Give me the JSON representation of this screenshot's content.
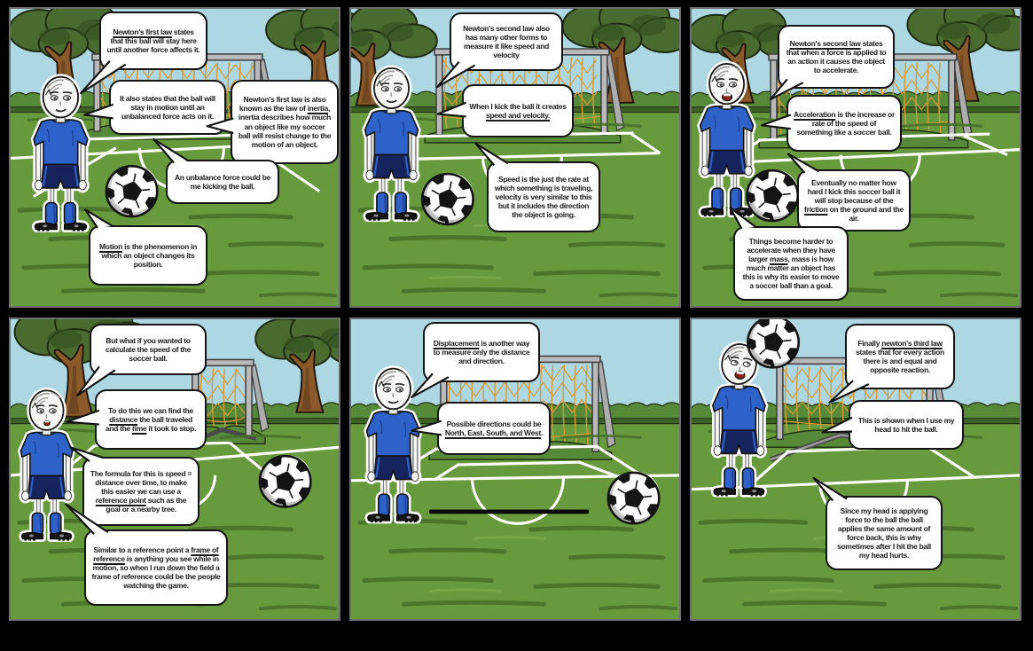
{
  "palette": {
    "background": "#000000",
    "panel_border": "#6f6f6f",
    "sky": "#aed7e4",
    "grass": "#67993d",
    "grass_dark": "#47722a",
    "grass_light": "#7cab4b",
    "bush": "#578a38",
    "bush_dark": "#3c6325",
    "foliage": "#4a6b2f",
    "foliage_dark": "#35511f",
    "trunk": "#8a5a2b",
    "trunk_dark": "#5f3b1a",
    "goal_post": "#b9b9b9",
    "goal_post_dark": "#3a3a3a",
    "net": "#d79a35",
    "field_line": "#ffffff",
    "shirt": "#2f62c9",
    "shirt_dark": "#1d3f96",
    "shorts": "#16245e",
    "skin": "#f5f5f3",
    "ball_shade": "#c4c4c4",
    "ink": "#141414",
    "bubble_bg": "#ffffff",
    "mouth": "#8e2218"
  },
  "panels": [
    {
      "name": "panel-1",
      "bubbles": [
        {
          "segments": [
            {
              "t": "Newton's first law",
              "u": true
            },
            {
              "t": " states that this ball will stay here until another force affects it.",
              "u": false
            }
          ]
        },
        {
          "segments": [
            {
              "t": "It also states that the ball will stay in motion until an unbalanced force acts on it.",
              "u": false
            }
          ]
        },
        {
          "segments": [
            {
              "t": "Newton's first law is also known as the law of ",
              "u": false
            },
            {
              "t": "inertia",
              "u": true
            },
            {
              "t": ", inertia describes how much an object like my soccer ball will resist change to the motion of an object.",
              "u": false
            }
          ]
        },
        {
          "segments": [
            {
              "t": "An unbalance force could be me kicking the ball.",
              "u": false
            }
          ]
        },
        {
          "segments": [
            {
              "t": "Motion",
              "u": true
            },
            {
              "t": " is the phenomenon in which an object changes its position.",
              "u": false
            }
          ]
        }
      ]
    },
    {
      "name": "panel-2",
      "bubbles": [
        {
          "segments": [
            {
              "t": "Newton's second law also has many other forms to measure it like speed and velocity",
              "u": false
            }
          ]
        },
        {
          "segments": [
            {
              "t": "When I kick the ball it creates ",
              "u": false
            },
            {
              "t": "speed and velocity.",
              "u": true
            }
          ]
        },
        {
          "segments": [
            {
              "t": "Speed is the just the rate at which something is traveling, velocity is very similar to this but it includes the direction the object is going.",
              "u": false
            }
          ]
        }
      ]
    },
    {
      "name": "panel-3",
      "bubbles": [
        {
          "segments": [
            {
              "t": "Newton's second law",
              "u": true
            },
            {
              "t": " states that when a force is applied to an action it causes the object to accelerate.",
              "u": false
            }
          ]
        },
        {
          "segments": [
            {
              "t": "Acceleration",
              "u": true
            },
            {
              "t": " is the increase or rate of the speed of something like a soccer ball.",
              "u": false
            }
          ]
        },
        {
          "segments": [
            {
              "t": "Eventually no matter how hard I kick this soccer ball it will stop because of the ",
              "u": false
            },
            {
              "t": "friction",
              "u": true
            },
            {
              "t": " on the ground and the air.",
              "u": false
            }
          ]
        },
        {
          "segments": [
            {
              "t": "Things become harder to accelerate when they have larger ",
              "u": false
            },
            {
              "t": "mass",
              "u": true
            },
            {
              "t": ", mass is how much matter an object has this is why its easier to move a soccer ball than a goal.",
              "u": false
            }
          ]
        }
      ]
    },
    {
      "name": "panel-4",
      "bubbles": [
        {
          "segments": [
            {
              "t": "But what if you wanted to calculate the speed of the soccer ball.",
              "u": false
            }
          ]
        },
        {
          "segments": [
            {
              "t": "To do this we can find the ",
              "u": false
            },
            {
              "t": "distance",
              "u": true
            },
            {
              "t": " the ball traveled and the ",
              "u": false
            },
            {
              "t": "time",
              "u": true
            },
            {
              "t": " it took to stop.",
              "u": false
            }
          ]
        },
        {
          "segments": [
            {
              "t": "The formula for this is speed = distance over time, to make this easier we can use a ",
              "u": false
            },
            {
              "t": "reference point",
              "u": true
            },
            {
              "t": " such as the goal or a nearby tree.",
              "u": false
            }
          ]
        },
        {
          "segments": [
            {
              "t": "Similar to a reference point a ",
              "u": false
            },
            {
              "t": "frame of reference",
              "u": true
            },
            {
              "t": " is anything you see while in motion, so when I run down the field a frame of reference could be the people watching the game.",
              "u": false
            }
          ]
        }
      ]
    },
    {
      "name": "panel-5",
      "bubbles": [
        {
          "segments": [
            {
              "t": "Displacement",
              "u": true
            },
            {
              "t": " is another way to measure only the distance and direction.",
              "u": false
            }
          ]
        },
        {
          "segments": [
            {
              "t": "Possible directions could be ",
              "u": false
            },
            {
              "t": "North, East, South, and West",
              "u": true
            },
            {
              "t": ".",
              "u": false
            }
          ]
        }
      ]
    },
    {
      "name": "panel-6",
      "bubbles": [
        {
          "segments": [
            {
              "t": "Finally ",
              "u": false
            },
            {
              "t": "newton's third law",
              "u": true
            },
            {
              "t": " states that for every action there is and equal and opposite reaction.",
              "u": false
            }
          ]
        },
        {
          "segments": [
            {
              "t": "This is shown when I use my head to hit the ball.",
              "u": false
            }
          ]
        },
        {
          "segments": [
            {
              "t": "Since my head is applying force to the ball the ball applies the same amount of force back, this is why sometimes after I hit the ball my head hurts.",
              "u": false
            }
          ]
        }
      ]
    }
  ]
}
